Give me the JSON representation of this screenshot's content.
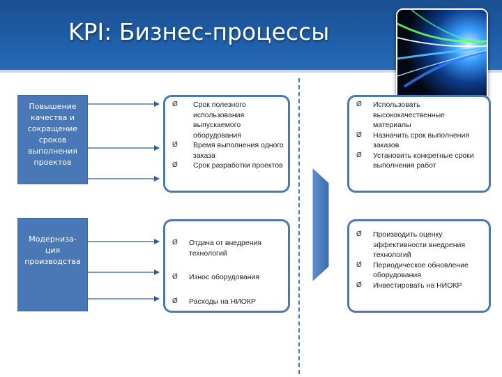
{
  "title": "KPI: Бизнес-процессы",
  "left_boxes": [
    {
      "lines": [
        "Повышение",
        "качества и",
        "сокращение",
        "сроков",
        "выполнения",
        "проектов"
      ]
    },
    {
      "lines": [
        "Модерниза-",
        "ция",
        "производства"
      ]
    }
  ],
  "kpi_cards": [
    {
      "items": [
        "Срок полезного использования выпускаемого оборудования",
        "Время выполнения одного заказа",
        "Срок разработки проектов"
      ]
    },
    {
      "items": [
        "Отдача от внедрения технологий",
        "Износ оборудования",
        "Расходы на НИОКР"
      ]
    }
  ],
  "action_cards": [
    {
      "items": [
        "Использовать высококачественные материалы",
        "Назначить срок выполнения заказов",
        "Установить конкретные сроки выполнения работ"
      ]
    },
    {
      "items": [
        "Производить оценку эффективности внедрения технологий",
        "Периодическое обновление оборудования",
        "Инвестировать на НИОКР"
      ]
    }
  ],
  "bullet_glyph": "Ø",
  "colors": {
    "header": "#1f5ea8",
    "box_fill": "#4a77b6",
    "border": "#4a77b6",
    "connector": "#2f5f99"
  }
}
